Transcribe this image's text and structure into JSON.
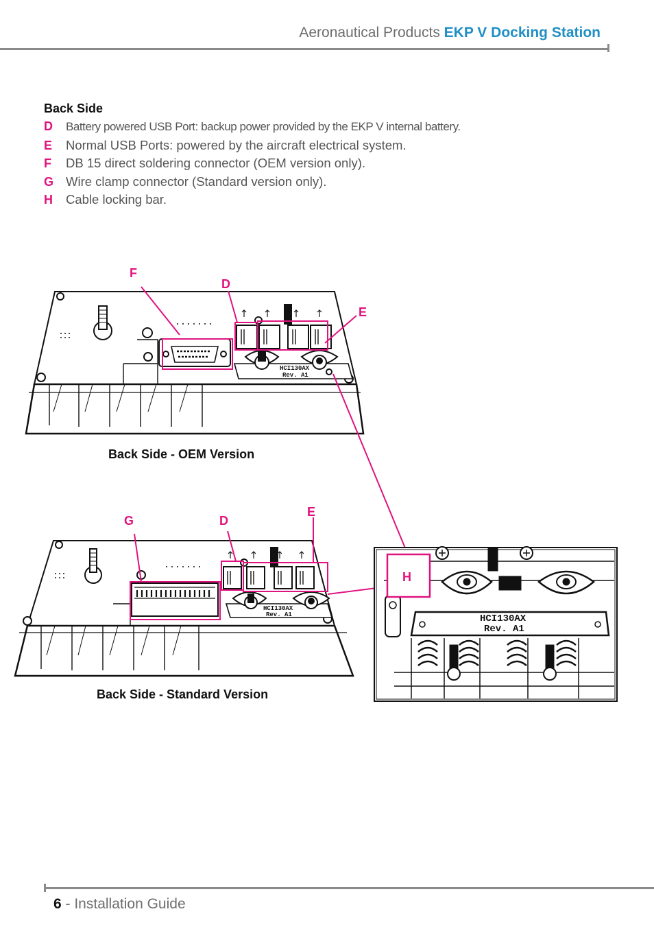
{
  "header": {
    "prefix": "Aeronautical Products",
    "product": "EKP V Docking Station"
  },
  "section": {
    "title": "Back Side",
    "items": [
      {
        "letter": "D",
        "text": "Battery powered USB Port: backup power provided by the EKP V internal battery."
      },
      {
        "letter": "E",
        "text": "Normal USB Ports: powered by the aircraft electrical system."
      },
      {
        "letter": "F",
        "text": "DB 15 direct soldering connector (OEM version only)."
      },
      {
        "letter": "G",
        "text": "Wire clamp connector (Standard version only)."
      },
      {
        "letter": "H",
        "text": "Cable locking bar."
      }
    ]
  },
  "figures": {
    "oem": {
      "caption": "Back Side - OEM Version",
      "labels": {
        "F": "F",
        "D": "D",
        "E": "E"
      },
      "plate_line1": "HCI130AX",
      "plate_line2": "Rev. A1"
    },
    "standard": {
      "caption": "Back Side - Standard Version",
      "labels": {
        "G": "G",
        "D": "D",
        "E": "E"
      },
      "plate_line1": "HCI130AX",
      "plate_line2": "Rev. A1"
    },
    "detail": {
      "label": "H",
      "plate_line1": "HCI130AX",
      "plate_line2": "Rev. A1"
    }
  },
  "footer": {
    "page_number": "6",
    "text": " - Installation Guide"
  },
  "colors": {
    "accent": "#e0127f",
    "brand": "#1f8fc4",
    "rule": "#8a8a8a"
  }
}
